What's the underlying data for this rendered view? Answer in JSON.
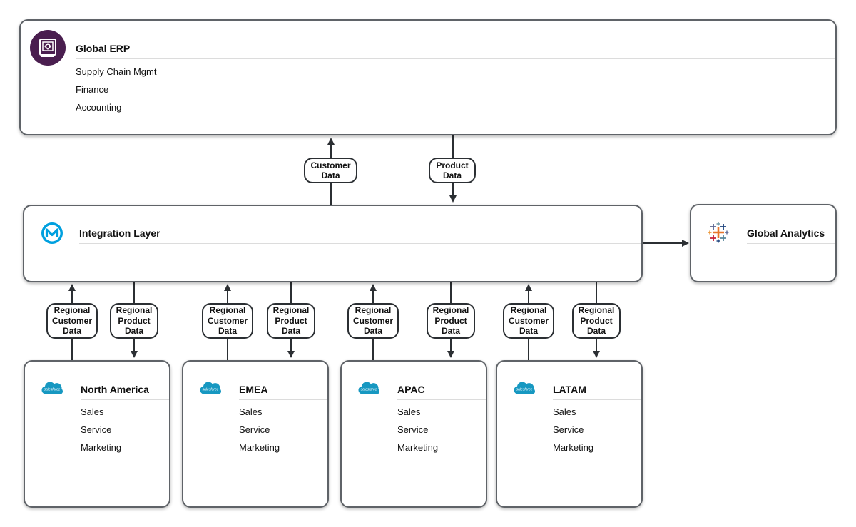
{
  "erp": {
    "title": "Global ERP",
    "icon": "vault-icon",
    "items": [
      "Supply Chain Mgmt",
      "Finance",
      "Accounting"
    ]
  },
  "integration": {
    "title": "Integration Layer",
    "icon": "mulesoft-logo"
  },
  "analytics": {
    "title": "Global Analytics",
    "icon": "tableau-logo"
  },
  "erp_links": {
    "customer": [
      "Customer",
      "Data"
    ],
    "product": [
      "Product",
      "Data"
    ]
  },
  "regional_links": {
    "customer": [
      "Regional",
      "Customer",
      "Data"
    ],
    "product": [
      "Regional",
      "Product",
      "Data"
    ]
  },
  "regions": [
    {
      "title": "North America",
      "items": [
        "Sales",
        "Service",
        "Marketing"
      ]
    },
    {
      "title": "EMEA",
      "items": [
        "Sales",
        "Service",
        "Marketing"
      ]
    },
    {
      "title": "APAC",
      "items": [
        "Sales",
        "Service",
        "Marketing"
      ]
    },
    {
      "title": "LATAM",
      "items": [
        "Sales",
        "Service",
        "Marketing"
      ]
    }
  ],
  "salesforce_logo_text": "salesforce",
  "colors": {
    "erp_icon_bg": "#4a1e4f",
    "mulesoft_blue": "#00a0df",
    "salesforce_blue": "#1798c1",
    "line": "#2b2f33",
    "border": "#5f6368"
  }
}
